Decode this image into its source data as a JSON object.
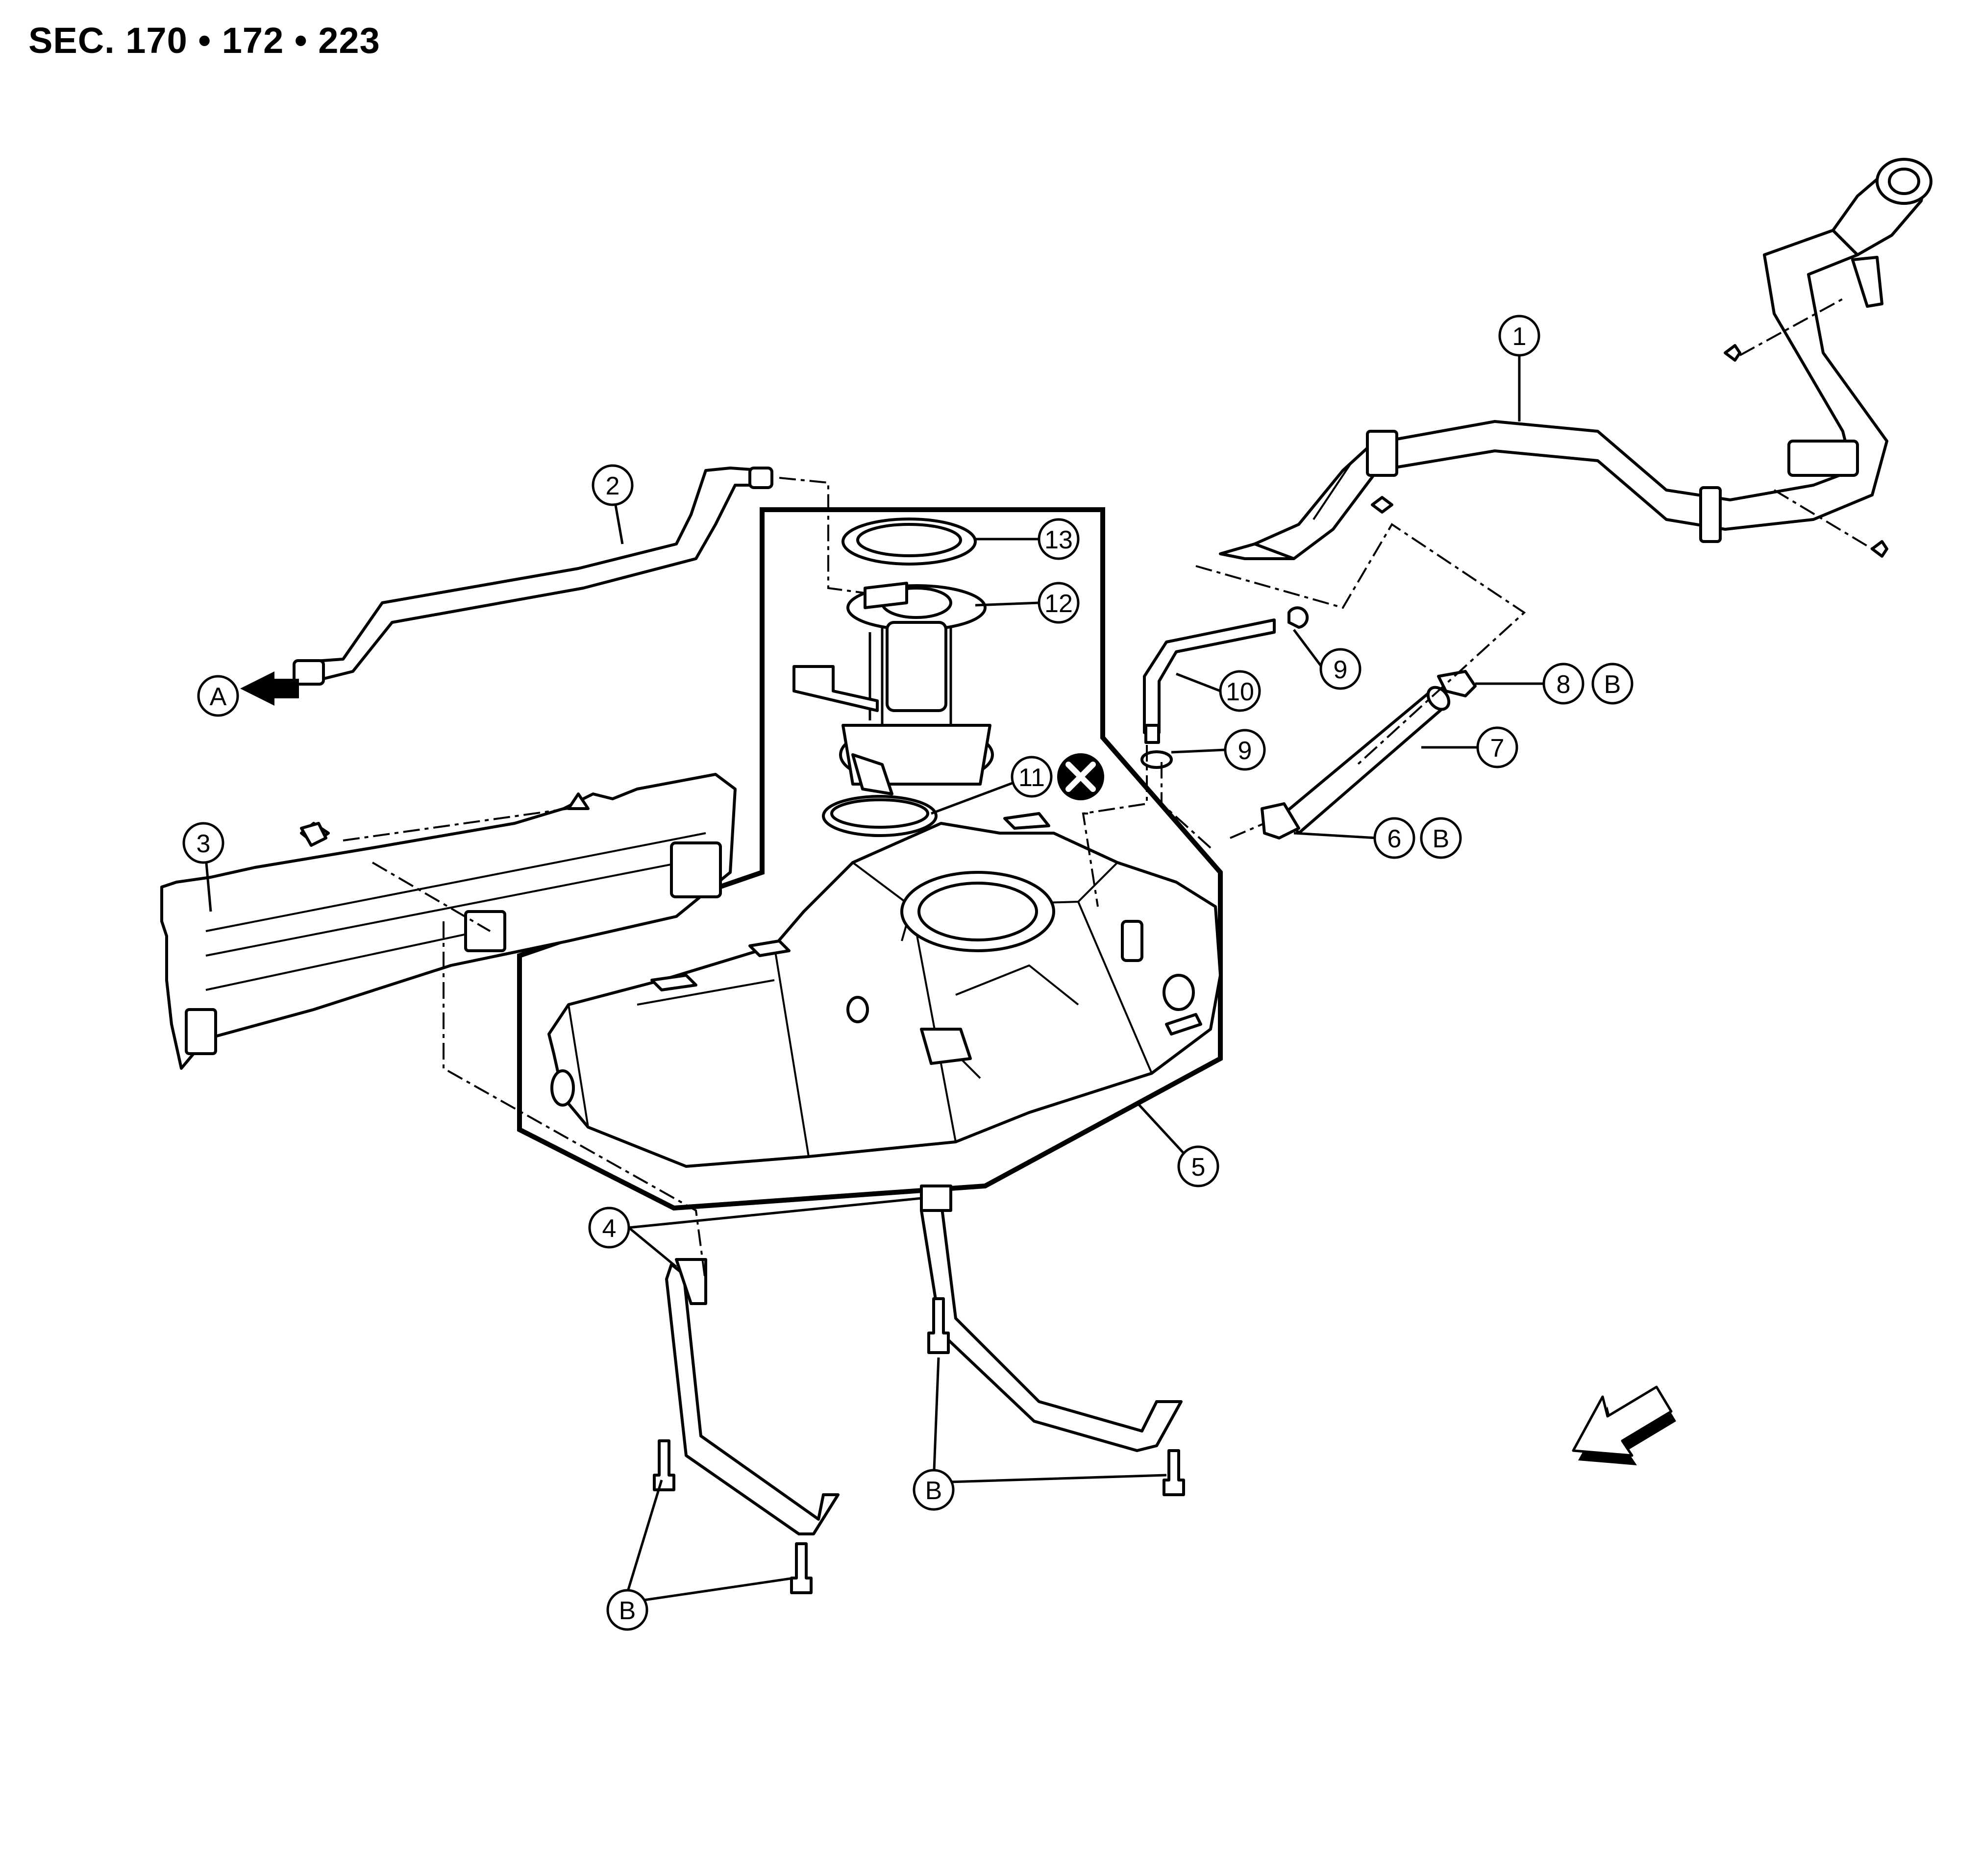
{
  "header": {
    "section": "SEC. 170 • 172 • 223"
  },
  "callouts": {
    "c1": "1",
    "c2": "2",
    "c3": "3",
    "c4": "4",
    "c5": "5",
    "c6": "6",
    "c7": "7",
    "c8": "8",
    "c9a": "9",
    "c9b": "9",
    "c10": "10",
    "c11": "11",
    "c12": "12",
    "c13": "13"
  },
  "references": {
    "a": "A",
    "b_item6": "B",
    "b_item8": "B",
    "b_left": "B",
    "b_right": "B"
  },
  "symbols": {
    "replace_part_icon": "circle-x-icon",
    "front_direction_icon": "front-arrow-icon",
    "lead_arrow_icon": "arrow-left-icon"
  }
}
